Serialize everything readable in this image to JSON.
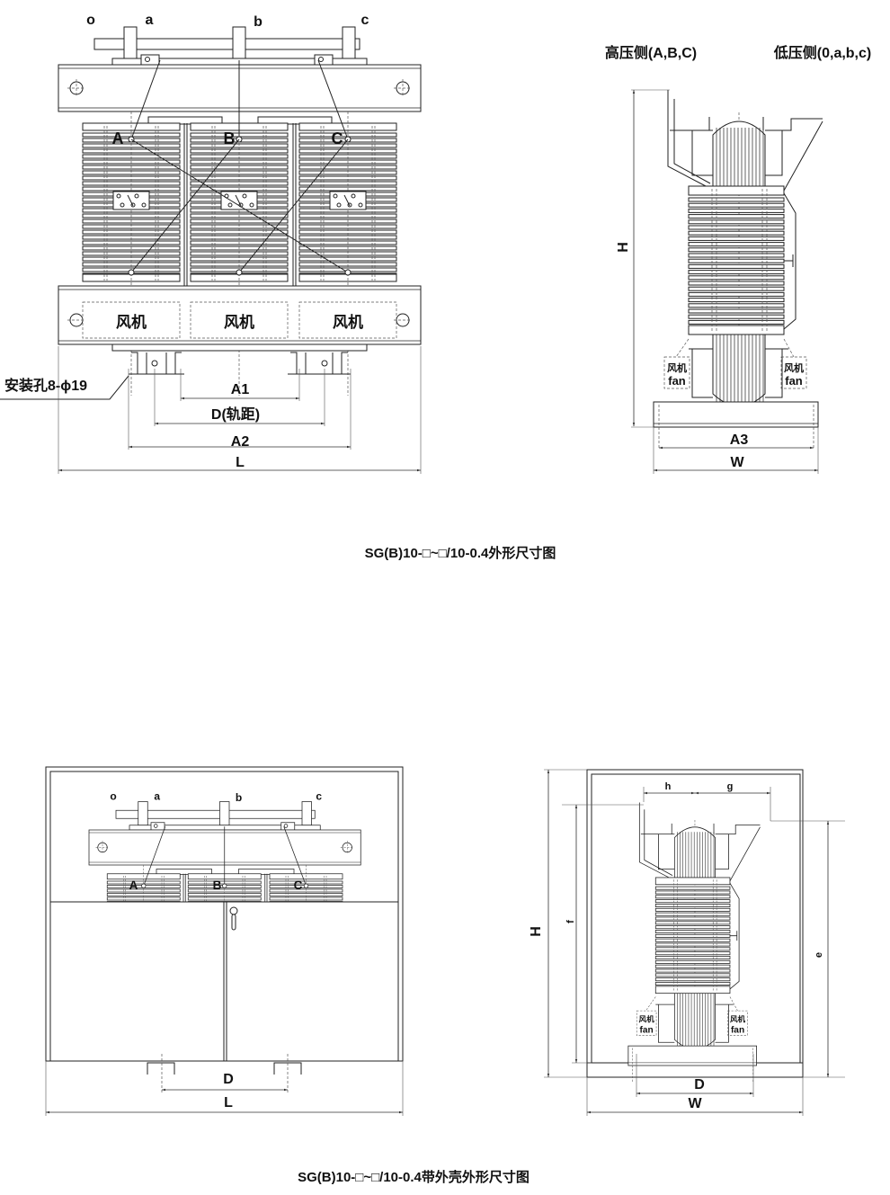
{
  "top_front_view": {
    "terminals_low": [
      "o",
      "a",
      "b",
      "c"
    ],
    "terminals_high": [
      "A",
      "B",
      "C"
    ],
    "fan_labels": [
      "风机",
      "风机",
      "风机"
    ],
    "mount_hole": "安装孔8-ϕ19",
    "dims": {
      "A1": "A1",
      "D": "D(轨距)",
      "A2": "A2",
      "L": "L"
    }
  },
  "top_side_view": {
    "high_side": "高压侧(A,B,C)",
    "low_side": "低压侧(0,a,b,c)",
    "fan_cn": "风机",
    "fan_en": "fan",
    "dims": {
      "H": "H",
      "A3": "A3",
      "W": "W"
    }
  },
  "caption1": "SG(B)10-□~□/10-0.4外形尺寸图",
  "enclosure_front_view": {
    "terminals_low": [
      "o",
      "a",
      "b",
      "c"
    ],
    "terminals_high": [
      "A",
      "B",
      "C"
    ],
    "dims": {
      "D": "D",
      "L": "L"
    }
  },
  "enclosure_side_view": {
    "fan_cn": "风机",
    "fan_en": "fan",
    "dims": {
      "h": "h",
      "g": "g",
      "f": "f",
      "e": "e",
      "H": "H",
      "D": "D",
      "W": "W"
    }
  },
  "caption2": "SG(B)10-□~□/10-0.4带外壳外形尺寸图"
}
